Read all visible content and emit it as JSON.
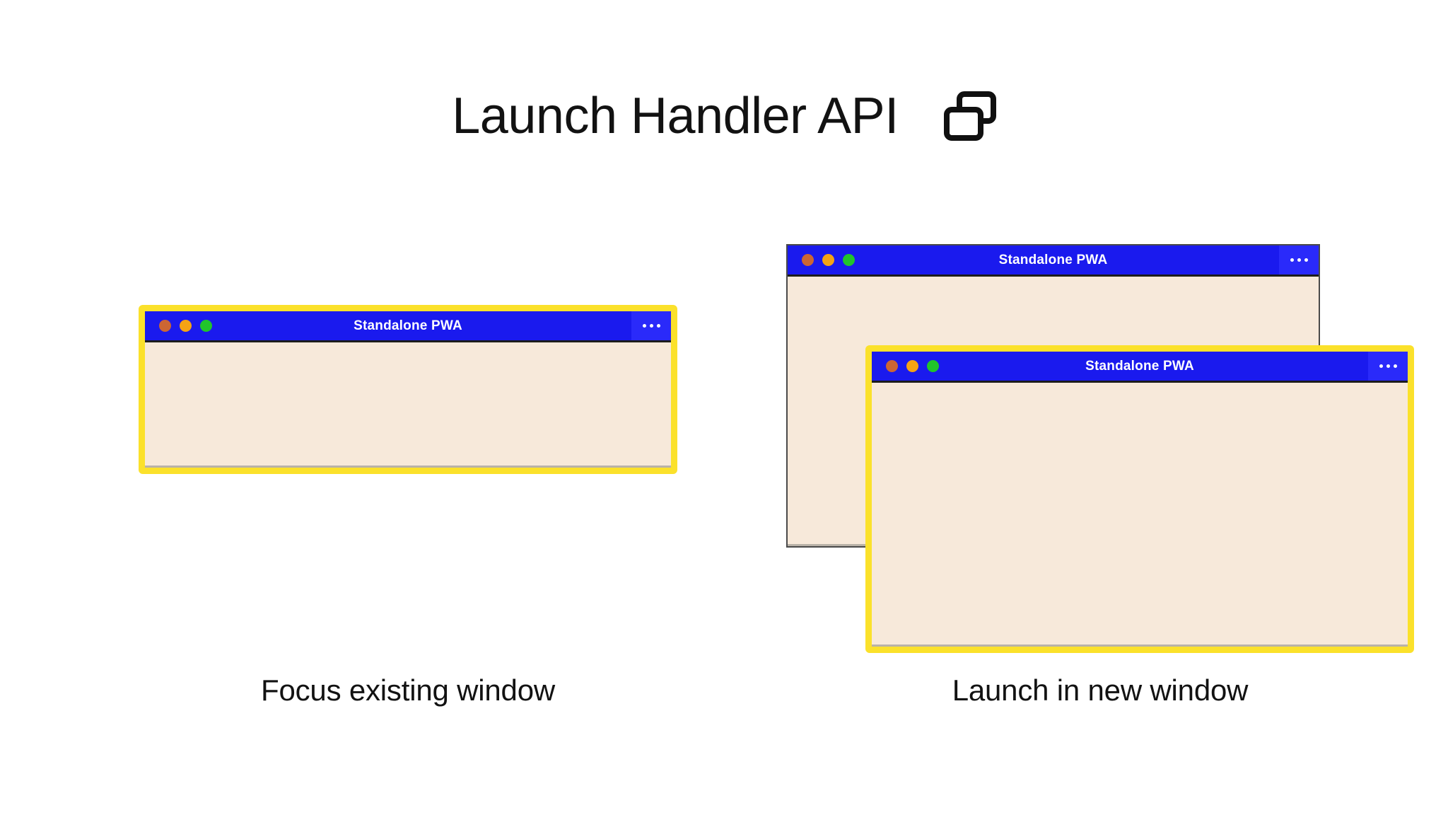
{
  "page": {
    "background_color": "#ffffff",
    "title": "Launch Handler API",
    "title_icon": "multi-window-icon",
    "title_color": "#121212"
  },
  "colors": {
    "titlebar_blue": "#1A1AEE",
    "menu_blue": "#2A2AFA",
    "window_body_cream": "#F7E9DA",
    "highlight_yellow": "#FBE12B",
    "plain_border_gray": "#4a4a4a",
    "dot_close": "#CC6633",
    "dot_minimize": "#F5A314",
    "dot_maximize": "#21C42B"
  },
  "panels": [
    {
      "id": "focus-existing",
      "caption": "Focus existing window",
      "windows": [
        {
          "id": "focus-window",
          "title": "Standalone PWA",
          "highlighted": true,
          "menu_icon": "ellipsis-icon",
          "traffic_lights": [
            "close-dot",
            "minimize-dot",
            "maximize-dot"
          ]
        }
      ]
    },
    {
      "id": "launch-new",
      "caption": "Launch in new window",
      "windows": [
        {
          "id": "new-window-back",
          "title": "Standalone PWA",
          "highlighted": false,
          "menu_icon": "ellipsis-icon",
          "traffic_lights": [
            "close-dot",
            "minimize-dot",
            "maximize-dot"
          ]
        },
        {
          "id": "new-window-front",
          "title": "Standalone PWA",
          "highlighted": true,
          "menu_icon": "ellipsis-icon",
          "traffic_lights": [
            "close-dot",
            "minimize-dot",
            "maximize-dot"
          ]
        }
      ]
    }
  ]
}
